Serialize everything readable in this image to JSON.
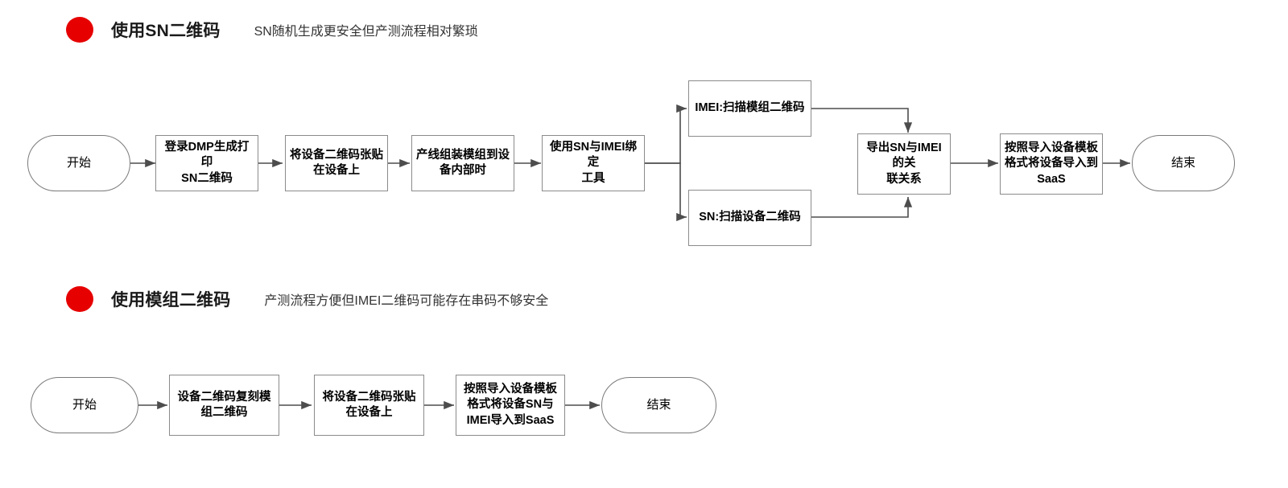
{
  "page": {
    "background": "#ffffff",
    "accent_red": "#e60000",
    "node_border": "#8b8b8b",
    "edge_color": "#4d4d4d"
  },
  "sections": [
    {
      "bullet_icon": "red-dot-icon",
      "title": "使用SN二维码",
      "subtitle": "SN随机生成更安全但产测流程相对繁琐"
    },
    {
      "bullet_icon": "red-dot-icon",
      "title": "使用模组二维码",
      "subtitle": "产测流程方便但IMEI二维码可能存在串码不够安全"
    }
  ],
  "flow_sn": {
    "nodes": [
      {
        "id": "sn-start",
        "shape": "terminator",
        "label": "开始"
      },
      {
        "id": "sn-step1",
        "shape": "process",
        "label": "登录DMP生成打印\nSN二维码"
      },
      {
        "id": "sn-step2",
        "shape": "process",
        "label": "将设备二维码张贴\n在设备上"
      },
      {
        "id": "sn-step3",
        "shape": "process",
        "label": "产线组装模组到设\n备内部时"
      },
      {
        "id": "sn-step4",
        "shape": "process",
        "label": "使用SN与IMEI绑定\n工具"
      },
      {
        "id": "sn-branch-imei",
        "shape": "process",
        "label": "IMEI:扫描模组二维码"
      },
      {
        "id": "sn-branch-sn",
        "shape": "process",
        "label": "SN:扫描设备二维码"
      },
      {
        "id": "sn-merge",
        "shape": "process",
        "label": "导出SN与IMEI的关\n联关系"
      },
      {
        "id": "sn-import",
        "shape": "process",
        "label": "按照导入设备模板\n格式将设备导入到\nSaaS"
      },
      {
        "id": "sn-end",
        "shape": "terminator",
        "label": "结束"
      }
    ],
    "edges": [
      {
        "from": "sn-start",
        "to": "sn-step1"
      },
      {
        "from": "sn-step1",
        "to": "sn-step2"
      },
      {
        "from": "sn-step2",
        "to": "sn-step3"
      },
      {
        "from": "sn-step3",
        "to": "sn-step4"
      },
      {
        "from": "sn-step4",
        "to": "sn-branch-imei"
      },
      {
        "from": "sn-step4",
        "to": "sn-branch-sn"
      },
      {
        "from": "sn-branch-imei",
        "to": "sn-merge"
      },
      {
        "from": "sn-branch-sn",
        "to": "sn-merge"
      },
      {
        "from": "sn-merge",
        "to": "sn-import"
      },
      {
        "from": "sn-import",
        "to": "sn-end"
      }
    ]
  },
  "flow_module": {
    "nodes": [
      {
        "id": "mod-start",
        "shape": "terminator",
        "label": "开始"
      },
      {
        "id": "mod-step1",
        "shape": "process",
        "label": "设备二维码复刻模\n组二维码"
      },
      {
        "id": "mod-step2",
        "shape": "process",
        "label": "将设备二维码张贴\n在设备上"
      },
      {
        "id": "mod-step3",
        "shape": "process",
        "label": "按照导入设备模板\n格式将设备SN与\nIMEI导入到SaaS"
      },
      {
        "id": "mod-end",
        "shape": "terminator",
        "label": "结束"
      }
    ],
    "edges": [
      {
        "from": "mod-start",
        "to": "mod-step1"
      },
      {
        "from": "mod-step1",
        "to": "mod-step2"
      },
      {
        "from": "mod-step2",
        "to": "mod-step3"
      },
      {
        "from": "mod-step3",
        "to": "mod-end"
      }
    ]
  }
}
